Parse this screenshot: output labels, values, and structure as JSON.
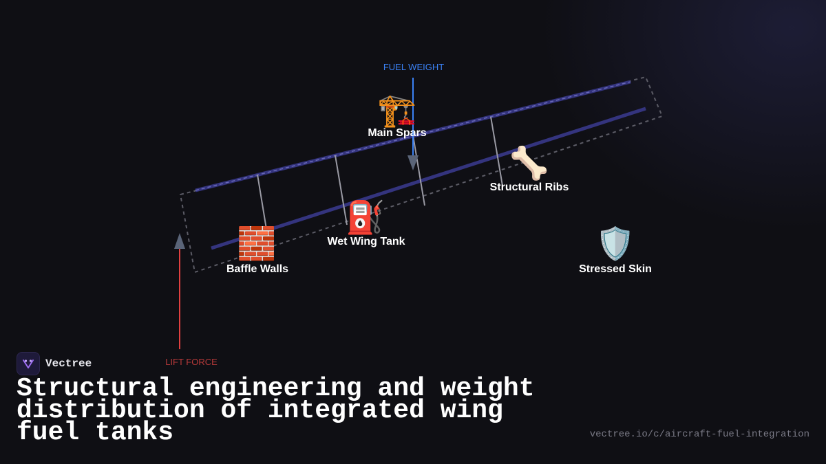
{
  "diagram": {
    "fuel_weight_label": "FUEL WEIGHT",
    "lift_force_label": "LIFT FORCE",
    "components": [
      {
        "name": "Main Spars",
        "icon": "🏗️",
        "icon_name": "crane-icon"
      },
      {
        "name": "Structural Ribs",
        "icon": "🦴",
        "icon_name": "bone-icon"
      },
      {
        "name": "Wet Wing Tank",
        "icon": "⛽",
        "icon_name": "fuel-pump-icon"
      },
      {
        "name": "Baffle Walls",
        "icon": "🧱",
        "icon_name": "brick-wall-icon"
      },
      {
        "name": "Stressed Skin",
        "icon": "🛡️",
        "icon_name": "shield-icon"
      }
    ],
    "colors": {
      "fuel_weight": "#3b82f6",
      "lift_force": "#e04040",
      "spar": "#3a3a8a",
      "rib": "#9a9aa4"
    }
  },
  "brand": {
    "name": "Vectree",
    "logo_icon": "vectree-logo-icon"
  },
  "title": "Structural engineering and weight distribution of integrated wing fuel tanks",
  "url": "vectree.io/c/aircraft-fuel-integration"
}
